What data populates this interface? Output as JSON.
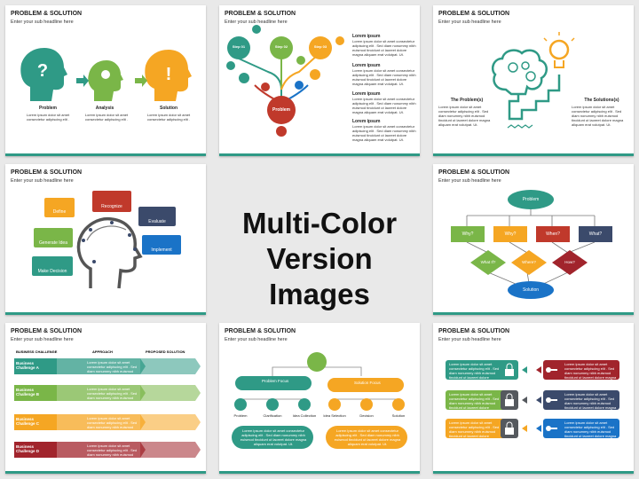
{
  "slide_title": "PROBLEM & SOLUTION",
  "slide_subtitle": "Enter your sub headline here",
  "lorem_short": "Lorem ipsum dolor sit amet consectetur adipiscing elit .",
  "lorem_head": "Lorem ipsum",
  "lorem_body": "Lorem ipsum dolor sit amet consectetur adipiscing elit . Sed diam nonummy nibh euismod tincidunt ut laoreet dolore magna aliquam erat volutpat. Ut.",
  "center_title_line1": "Multi-Color",
  "center_title_line2": "Version Images",
  "s1": {
    "labels": [
      "Problem",
      "Analysis",
      "Solution"
    ]
  },
  "s2": {
    "steps": [
      "Step 01",
      "Step 02",
      "Step 03"
    ],
    "center": "Problem"
  },
  "s3": {
    "left": "The Problem(s)",
    "right": "The Solutions(s)"
  },
  "s4": {
    "labels": [
      "Define",
      "Recognize",
      "Evaluate",
      "Generate Idea",
      "Implement",
      "Make Decision"
    ]
  },
  "s6": {
    "top": "Problem",
    "whys": [
      "Why?",
      "Why?",
      "When?",
      "What?"
    ],
    "diamonds": [
      "What If?",
      "Where?",
      "How?"
    ],
    "bottom": "Solution"
  },
  "s7": {
    "headers": [
      "BUSINESS CHALLENGE",
      "APPROACH",
      "PROPOSED SOLUTION"
    ],
    "rows": [
      "Business Challenge A",
      "Business Challenge B",
      "Business Challenge C",
      "Business Challenge D"
    ]
  },
  "s8": {
    "left": "Problem Focus",
    "right": "Solution Focus",
    "icons": [
      "Problem",
      "Clarification",
      "Idea Collection",
      "Idea Selection",
      "Decision",
      "Solution"
    ]
  },
  "colors": {
    "teal": "#2f9a86",
    "green": "#7ab648",
    "orange": "#f5a623",
    "red": "#c0392b",
    "navy": "#3b4a6b",
    "blue": "#1a73c7",
    "darkred": "#a1242c",
    "gray": "#55595e"
  }
}
